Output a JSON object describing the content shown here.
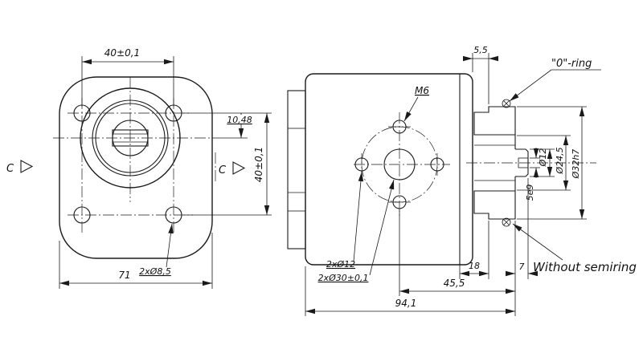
{
  "colors": {
    "line": "#1a1a1a",
    "background": "#ffffff"
  },
  "drawing": {
    "front_view": {
      "dim_top": "40±0,1",
      "dim_offset": "10,48",
      "dim_side": "40±0,1",
      "dim_width": "71",
      "label_holes": "2xØ8,5",
      "section_left": "C",
      "section_right": "C"
    },
    "side_view": {
      "dim_cover": "5,5",
      "label_thread": "M6",
      "label_ports": "2xØ12",
      "label_bores": "2xØ30±0,1",
      "dim_flange": "18",
      "dim_spigot": "7",
      "dim_shaft_len": "45,5",
      "dim_total": "94,1"
    },
    "detail": {
      "label_oring": "\"0\"-ring",
      "dim_d1": "Ø12",
      "dim_d2": "Ø24,5",
      "dim_d3": "Ø32h7",
      "dim_key": "5e9",
      "note": "Without semiring"
    }
  }
}
